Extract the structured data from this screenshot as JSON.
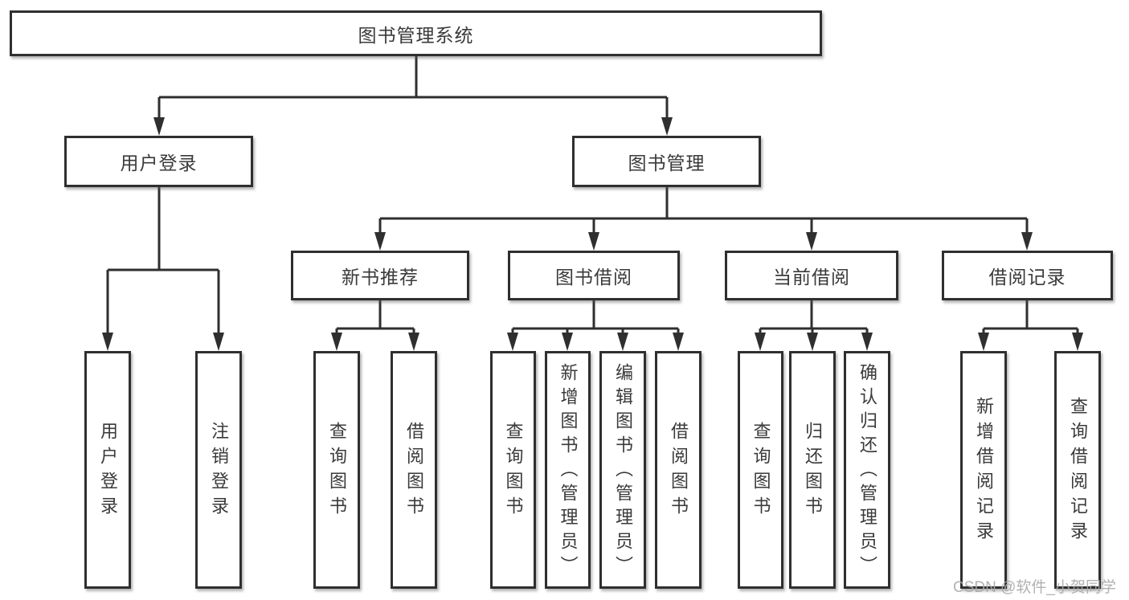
{
  "tree": {
    "root": {
      "label": "图书管理系统",
      "children": [
        {
          "label": "用户登录",
          "children": [
            {
              "label": "用户登录"
            },
            {
              "label": "注销登录"
            }
          ]
        },
        {
          "label": "图书管理",
          "children": [
            {
              "label": "新书推荐",
              "children": [
                {
                  "label": "查询图书"
                },
                {
                  "label": "借阅图书"
                }
              ]
            },
            {
              "label": "图书借阅",
              "children": [
                {
                  "label": "查询图书"
                },
                {
                  "label": "新增图书（管理员）"
                },
                {
                  "label": "编辑图书（管理员）"
                },
                {
                  "label": "借阅图书"
                }
              ]
            },
            {
              "label": "当前借阅",
              "children": [
                {
                  "label": "查询图书"
                },
                {
                  "label": "归还图书"
                },
                {
                  "label": "确认归还（管理员）"
                }
              ]
            },
            {
              "label": "借阅记录",
              "children": [
                {
                  "label": "新增借阅记录"
                },
                {
                  "label": "查询借阅记录"
                }
              ]
            }
          ]
        }
      ]
    }
  },
  "watermark": {
    "text": "CSDN @软件_小贺同学"
  },
  "colors": {
    "line": "#2f2f2f",
    "box_border": "#2f2f2f",
    "text": "#3a3a3a",
    "watermark": "#a8a8a8",
    "background": "#ffffff"
  }
}
